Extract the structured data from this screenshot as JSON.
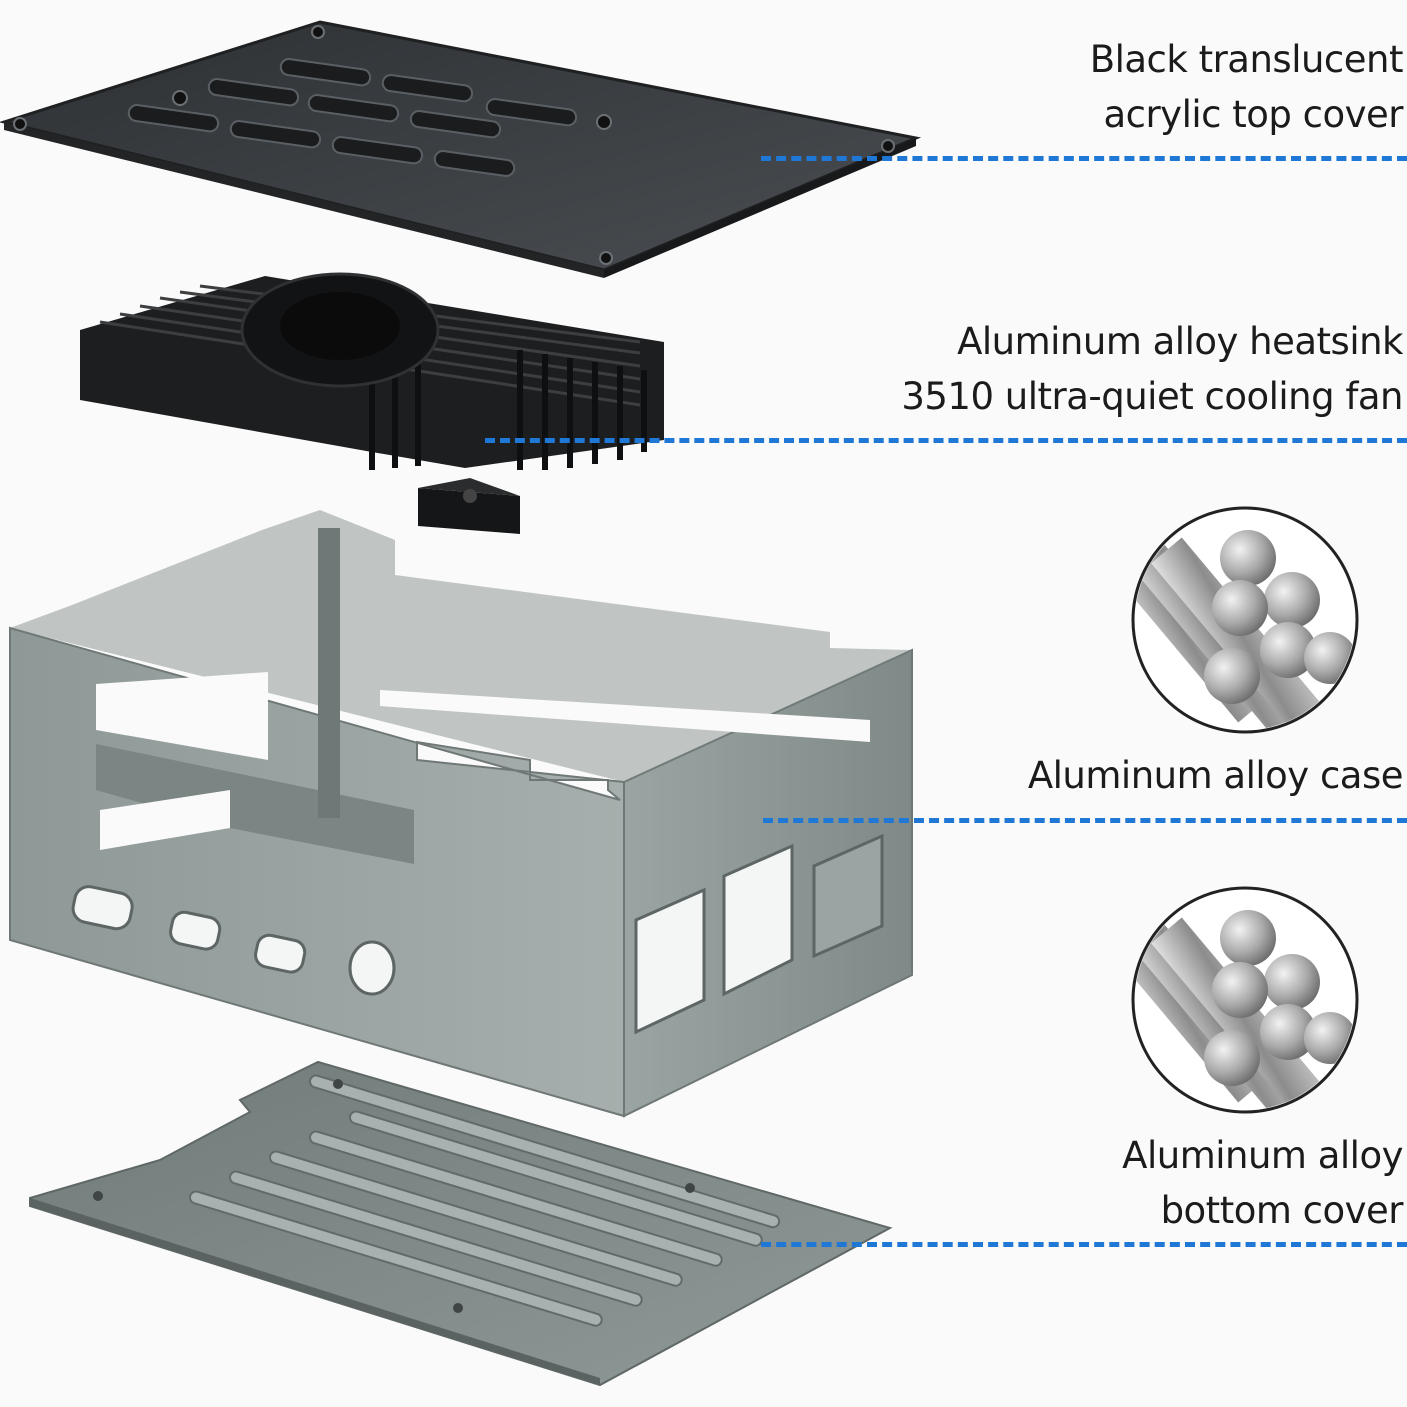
{
  "colors": {
    "leader": "#1f78d6",
    "acrylic": "#3a3d40",
    "heatsink": "#1c1d1e",
    "aluminum": "#8f9a98"
  },
  "components": [
    {
      "icon": "acrylic-top-cover-icon",
      "lines": [
        "Black translucent",
        "acrylic top cover"
      ]
    },
    {
      "icon": "heatsink-fan-icon",
      "lines": [
        "Aluminum alloy heatsink",
        "3510 ultra-quiet cooling fan"
      ]
    },
    {
      "icon": "aluminum-case-icon",
      "lines": [
        "Aluminum alloy case"
      ],
      "material_icon": "aluminum-rods-icon"
    },
    {
      "icon": "bottom-cover-icon",
      "lines": [
        "Aluminum alloy",
        "bottom cover"
      ],
      "material_icon": "aluminum-rods-icon"
    }
  ]
}
